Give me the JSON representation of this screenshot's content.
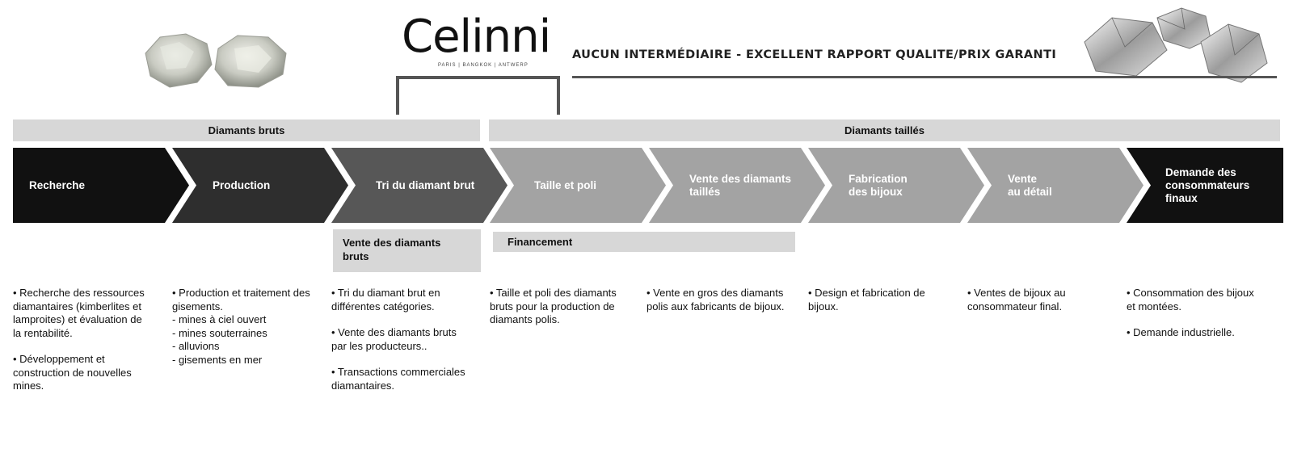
{
  "header": {
    "logo": "Celinni",
    "logo_cities": "PARIS   |   BANGKOK   |   ANTWERP",
    "tagline": "AUCUN INTERMÉDIAIRE - EXCELLENT RAPPORT QUALITE/PRIX GARANTI"
  },
  "bands": {
    "rough": "Diamants bruts",
    "cut": "Diamants taillés"
  },
  "steps": [
    {
      "label": "Recherche",
      "color": "#111111"
    },
    {
      "label": "Production",
      "color": "#2e2e2e"
    },
    {
      "label": "Tri du diamant brut",
      "color": "#575757"
    },
    {
      "label": "Taille et poli",
      "color": "#a3a3a3"
    },
    {
      "label": "Vente des diamants\ntaillés",
      "color": "#a3a3a3"
    },
    {
      "label": "Fabrication\ndes bijoux",
      "color": "#a3a3a3"
    },
    {
      "label": "Vente\nau détail",
      "color": "#a3a3a3"
    },
    {
      "label": "Demande des\nconsommateurs\nfinaux",
      "color": "#111111"
    }
  ],
  "subboxes": {
    "rough_sales": "Vente des diamants\nbruts",
    "financing": "Financement"
  },
  "descriptions": [
    [
      "• Recherche des ressources\ndiamantaires (kimberlites et\nlamproites) et évaluation de\nla rentabilité.",
      "• Développement et\nconstruction de nouvelles\nmines."
    ],
    [
      "• Production et traitement des\ngisements.\n- mines à ciel ouvert\n- mines souterraines\n- alluvions\n- gisements en mer"
    ],
    [
      "• Tri du diamant brut en\ndifférentes catégories.",
      "• Vente des diamants bruts\npar les producteurs..",
      "• Transactions commerciales\ndiamantaires."
    ],
    [
      "• Taille et poli des diamants\nbruts pour la production de\ndiamants polis."
    ],
    [
      "• Vente en gros des diamants\npolis aux fabricants de bijoux."
    ],
    [
      "• Design et fabrication de\nbijoux."
    ],
    [
      "• Ventes de bijoux au\nconsommateur final."
    ],
    [
      "• Consommation des bijoux\net montées.",
      "• Demande industrielle."
    ]
  ]
}
